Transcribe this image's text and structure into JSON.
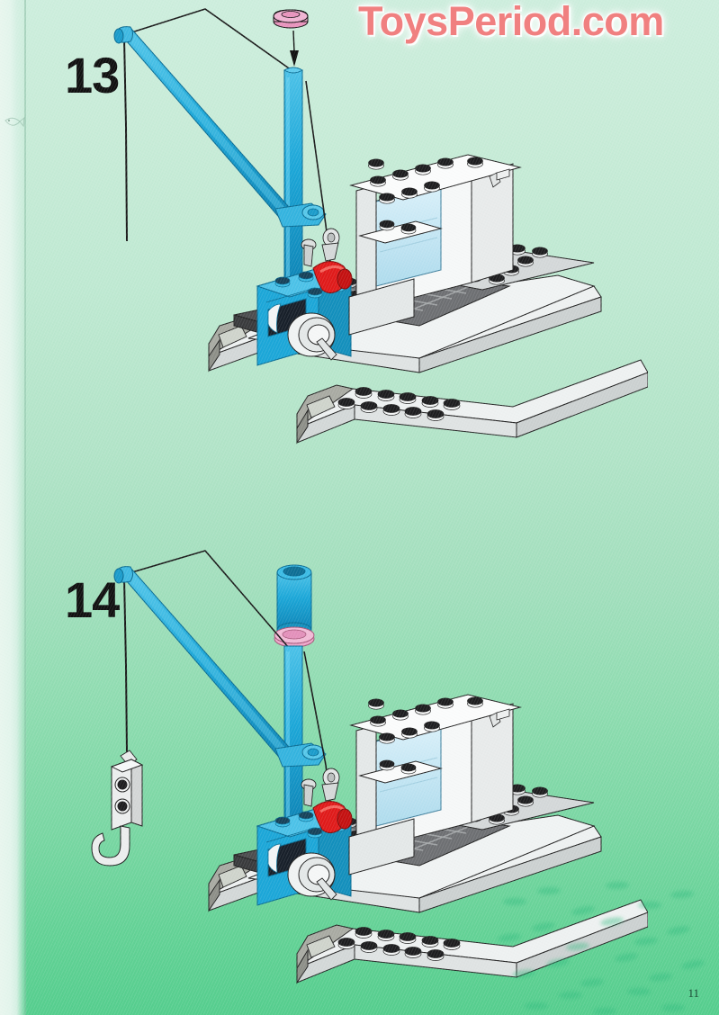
{
  "page": {
    "publication_type": "lego-instruction-manual",
    "page_number": "11",
    "background_color": "#b6e6cc",
    "watermark_text": "ToysPeriod.com",
    "watermark_color": "#f08080"
  },
  "steps": [
    {
      "number": "13",
      "name": "step-13",
      "description": "Attach pink round plate to top of crane mast",
      "new_part": {
        "name": "pink-round-plate",
        "color": "#eda5c8",
        "arrow": "down-arrow-icon"
      },
      "model": {
        "name": "fishing-boat-with-crane",
        "colors": {
          "crane": "#1ca7d8",
          "crane_dark": "#0d7fae",
          "hull_white": "#f2f4f4",
          "hull_shadow": "#d6dada",
          "deck_dark_gray": "#58595b",
          "deck_dark_gray_top": "#6f7174",
          "plate_gray": "#a9adae",
          "window_trans_blue": "#bfe4f2",
          "exhaust_red": "#e01b1b",
          "string_black": "#1a1a1a",
          "bow_gray": "#9b9d95"
        }
      }
    },
    {
      "number": "14",
      "name": "step-14",
      "description": "Attach hook assembly to crane string; blue cylinder on mast top",
      "new_part": {
        "name": "crane-hook",
        "color": "#e4e6e6"
      },
      "model": {
        "name": "fishing-boat-with-crane-and-hook",
        "colors": {
          "crane": "#1ca7d8",
          "mast_cap": "#1ca7d8",
          "mast_ring_pink": "#eda5c8",
          "hook_gray": "#e4e6e6"
        }
      }
    }
  ]
}
